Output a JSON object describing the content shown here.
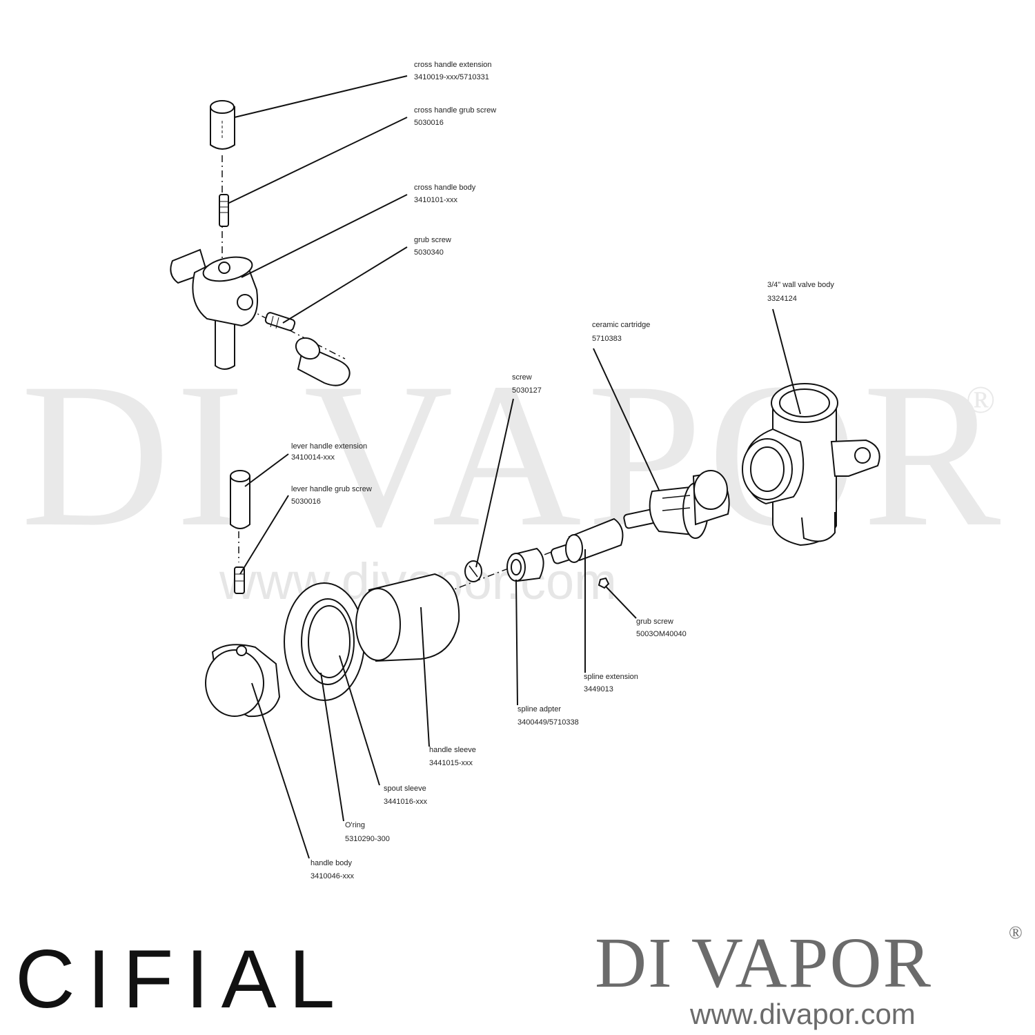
{
  "watermark": {
    "brand": "DI VAPOR",
    "registered": "®",
    "url": "www.divapor.com"
  },
  "parts": [
    {
      "id": "cross-handle-extension",
      "name": "cross handle extension",
      "code": "3410019-xxx/5710331"
    },
    {
      "id": "cross-handle-grub-screw",
      "name": "cross handle grub screw",
      "code": "5030016"
    },
    {
      "id": "cross-handle-body",
      "name": "cross handle body",
      "code": "3410101-xxx"
    },
    {
      "id": "grub-screw",
      "name": "grub screw",
      "code": "5030340"
    },
    {
      "id": "wall-valve-body",
      "name": "3/4\" wall valve body",
      "code": "3324124"
    },
    {
      "id": "ceramic-cartridge",
      "name": "ceramic cartridge",
      "code": "5710383"
    },
    {
      "id": "screw",
      "name": "screw",
      "code": "5030127"
    },
    {
      "id": "lever-handle-extension",
      "name": "lever handle extension",
      "code": "3410014-xxx"
    },
    {
      "id": "lever-handle-grub-screw",
      "name": "lever handle grub screw",
      "code": "5030016"
    },
    {
      "id": "grub-screw-2",
      "name": "grub screw",
      "code": "5003OM40040"
    },
    {
      "id": "spline-extension",
      "name": "spline extension",
      "code": "3449013"
    },
    {
      "id": "spline-adapter",
      "name": "spline adpter",
      "code": "3400449/5710338"
    },
    {
      "id": "handle-sleeve",
      "name": "handle sleeve",
      "code": "3441015-xxx"
    },
    {
      "id": "spout-sleeve",
      "name": "spout sleeve",
      "code": "3441016-xxx"
    },
    {
      "id": "o-ring",
      "name": "O'ring",
      "code": "5310290-300"
    },
    {
      "id": "handle-body",
      "name": "handle body",
      "code": "3410046-xxx"
    }
  ],
  "logos": {
    "manufacturer": "CIFIAL",
    "retailer": "DI VAPOR",
    "retailer_registered": "®",
    "retailer_url": "www.divapor.com"
  }
}
